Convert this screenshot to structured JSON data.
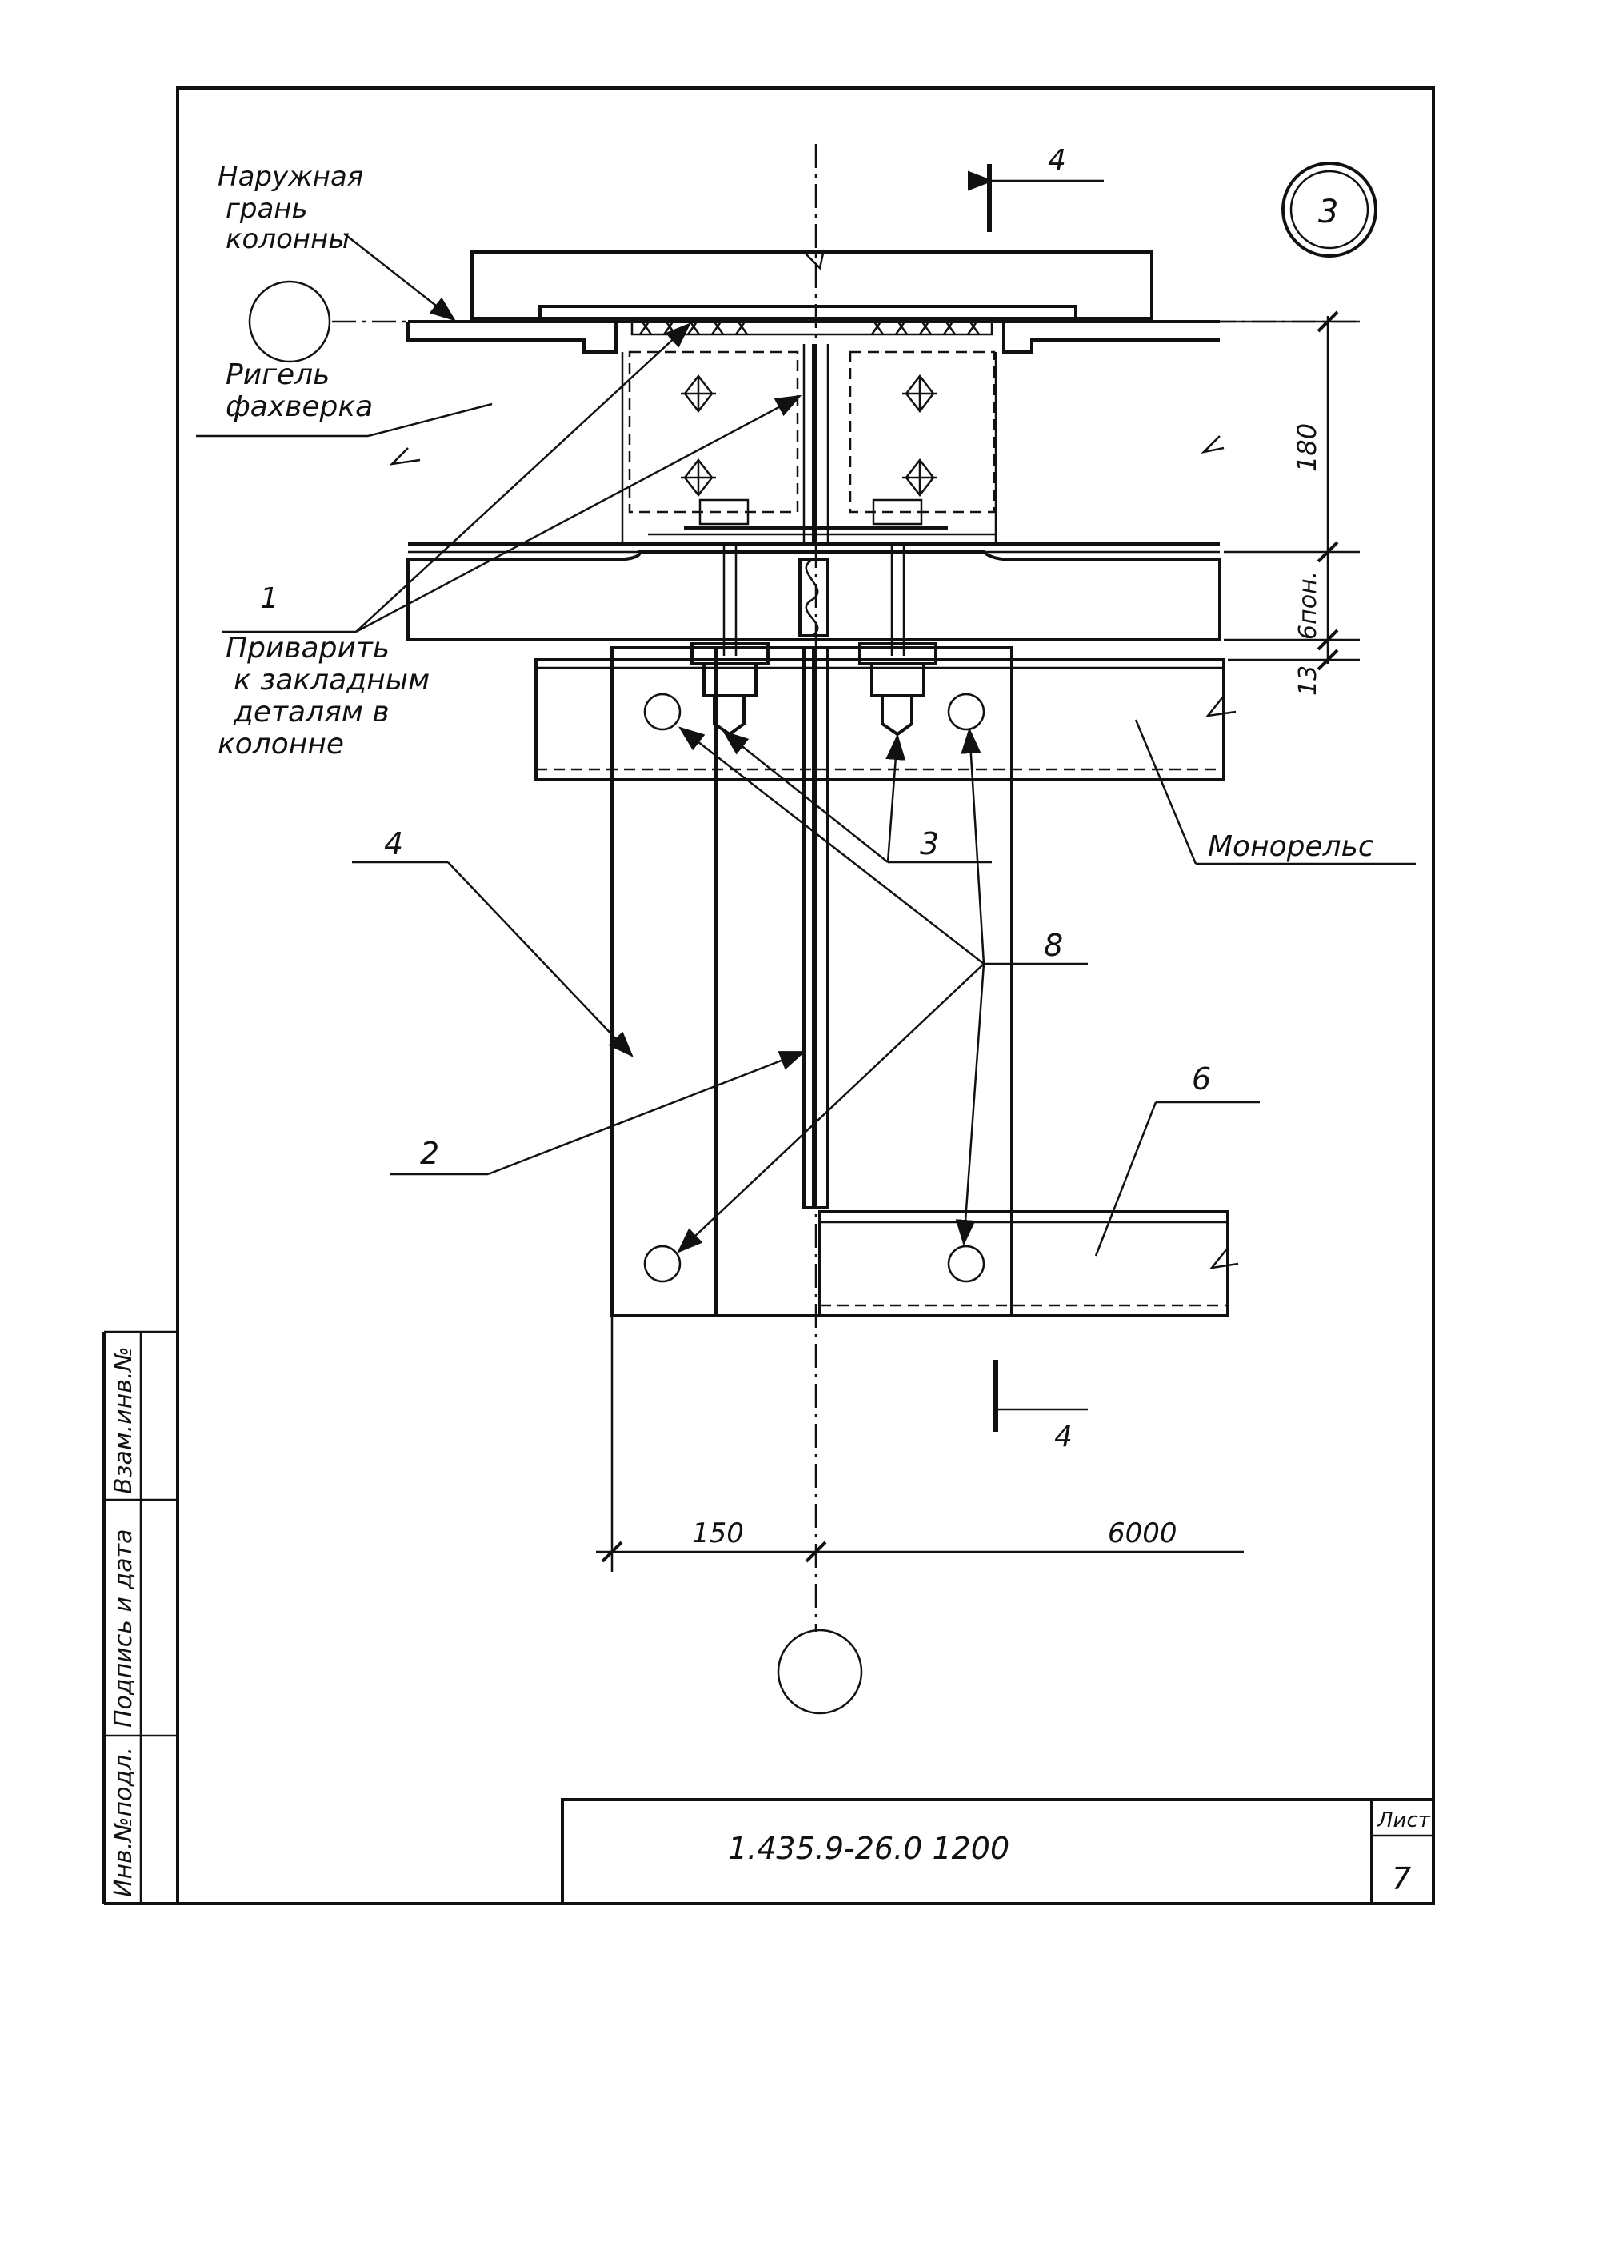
{
  "labels": {
    "outer_face": [
      "Наружная",
      "грань",
      "колонны"
    ],
    "girder": [
      "Ригель",
      "фахверка"
    ],
    "weld": [
      "Приварить",
      "к закладным",
      "деталям в",
      "колонне"
    ],
    "monorail": "Монорельс"
  },
  "callouts": {
    "c1": "1",
    "c2": "2",
    "c3": "3",
    "c4": "4",
    "c6": "6",
    "c8": "8"
  },
  "section_marks": {
    "top": "4",
    "bottom": "4"
  },
  "node_number": "3",
  "dimensions": {
    "d180": "180",
    "dby_site": "6пон.",
    "d13": "13",
    "d150": "150",
    "d6000": "6000"
  },
  "title_block": {
    "code": "1.435.9-26.0 1200",
    "sheet_label": "Лист",
    "sheet_number": "7"
  },
  "side_stamp": {
    "inv_orig": "Инв.№подл.",
    "sign_date": "Подпись и дата",
    "replace_inv": "Взам.инв.№"
  },
  "colors": {
    "ink": "#111111",
    "paper": "#ffffff"
  }
}
